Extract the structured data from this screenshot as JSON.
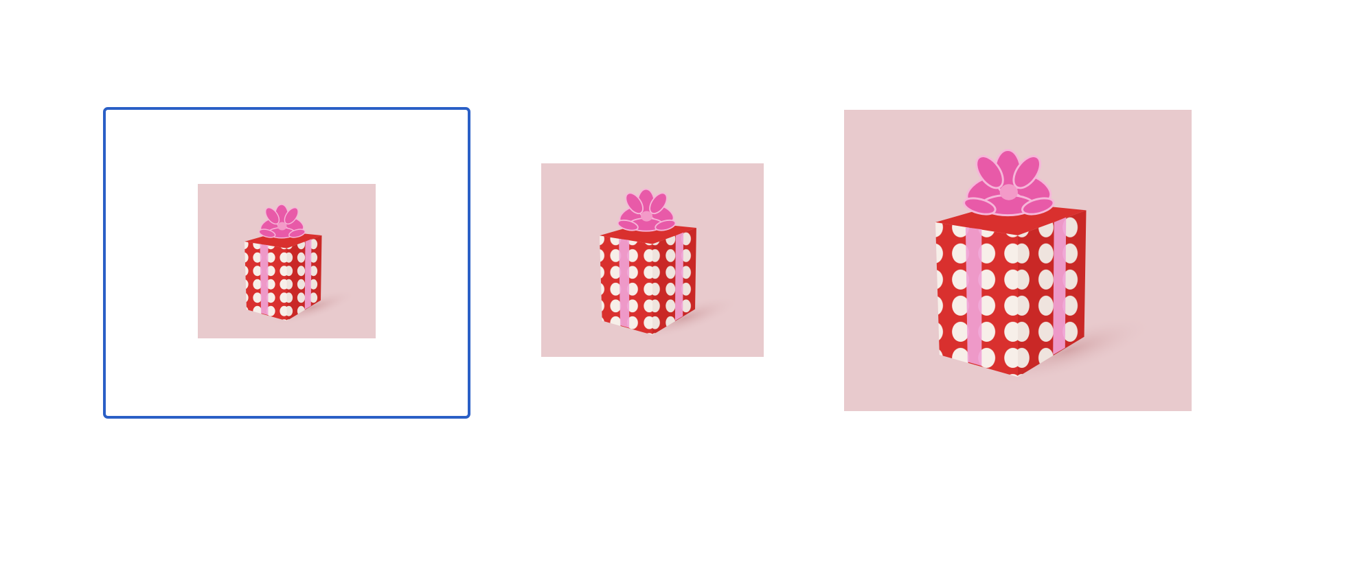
{
  "gallery": {
    "items": [
      {
        "id": "small",
        "subject": "gift-box",
        "selected": true
      },
      {
        "id": "medium",
        "subject": "gift-box",
        "selected": false
      },
      {
        "id": "large",
        "subject": "gift-box",
        "selected": false
      }
    ]
  },
  "colors": {
    "selection_border": "#2a5fc6",
    "photo_background": "#e8cacd",
    "wrap_red": "#d9302e",
    "wrap_dots": "#f7efe9",
    "ribbon": "#f0a3d6",
    "bow": "#e85aa8"
  }
}
